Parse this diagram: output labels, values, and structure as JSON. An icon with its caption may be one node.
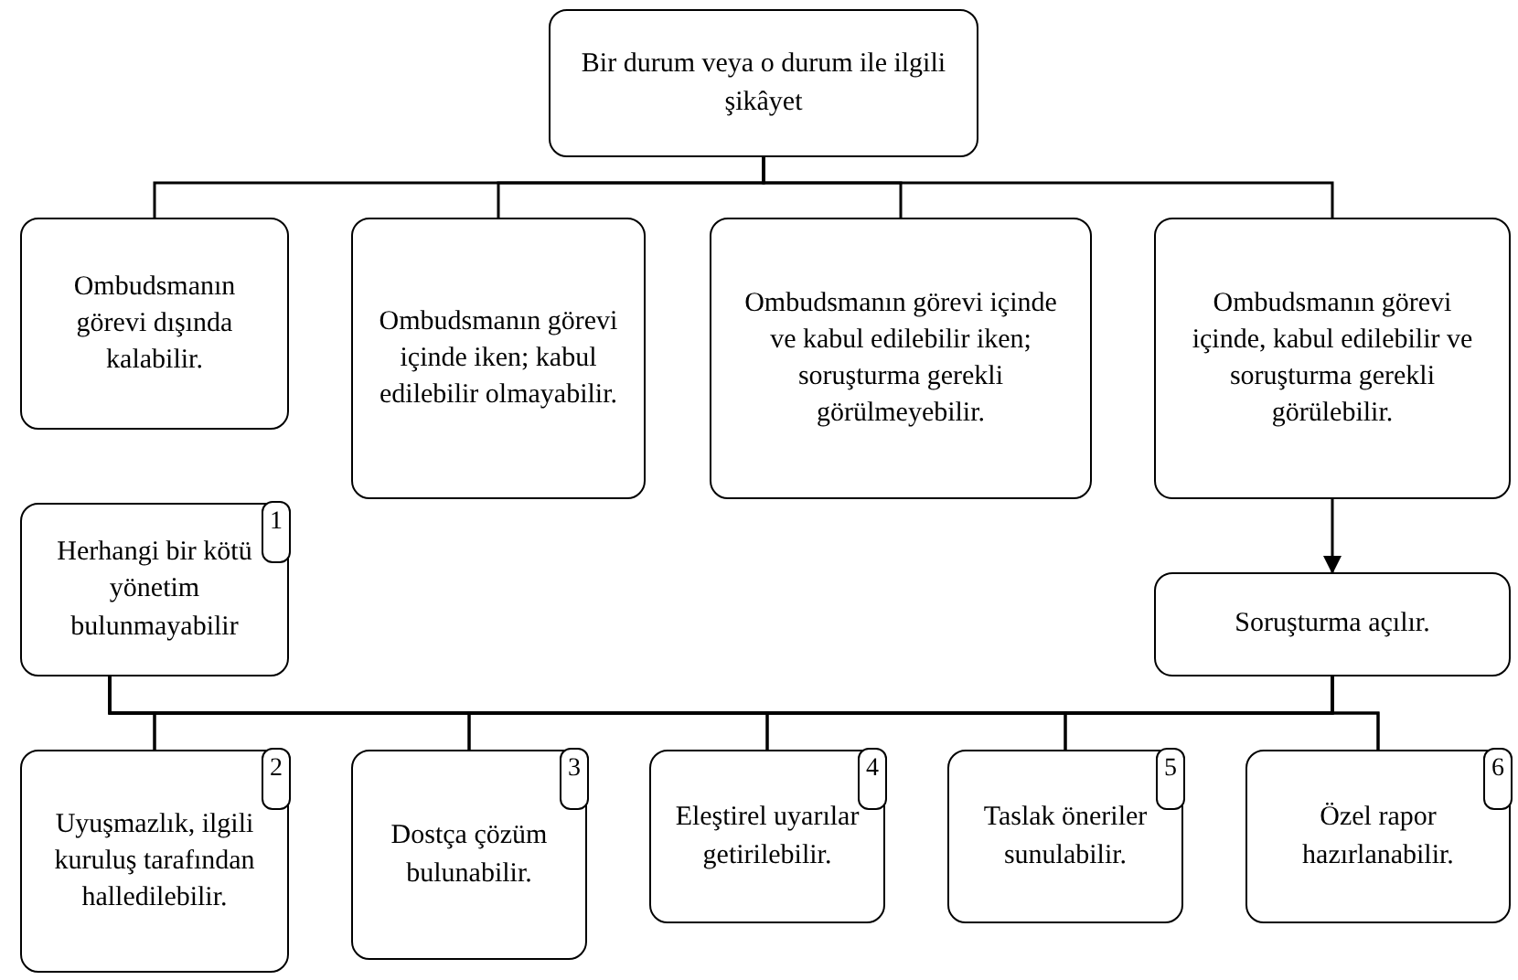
{
  "diagram": {
    "nodes": [
      {
        "text": [
          "Bir durum veya o durum ile ilgili şikâyet"
        ]
      },
      {
        "text": [
          "Ombudsmanın görevi dışında kalabilir."
        ]
      },
      {
        "text": [
          "Ombudsmanın görevi içinde iken; kabul edilebilir olmayabilir."
        ]
      },
      {
        "text": [
          "Ombudsmanın görevi içinde ve kabul edilebilir iken; soruşturma gerekli görülmeyebilir."
        ]
      },
      {
        "text": [
          "Ombudsmanın görevi içinde, kabul edilebilir ve soruşturma gerekli görülebilir."
        ]
      },
      {
        "text": [
          "Herhangi bir kötü yönetim bulunmayabilir",
          "1"
        ]
      },
      {
        "text": [
          "Soruşturma açılır."
        ]
      },
      {
        "text": [
          "Uyuşmazlık, ilgili kuruluş tarafından halledilebilir.",
          "2"
        ]
      },
      {
        "text": [
          "Dostça çözüm bulunabilir.",
          "3"
        ]
      },
      {
        "text": [
          "Eleştirel uyarılar getirilebilir.",
          "4"
        ]
      },
      {
        "text": [
          "Taslak öneriler sunulabilir.",
          "5"
        ]
      },
      {
        "text": [
          "Özel rapor hazırlanabilir.",
          "6"
        ]
      }
    ],
    "edges": [
      {
        "from": 0,
        "to": 1,
        "arrow": "none"
      },
      {
        "from": 0,
        "to": 2,
        "arrow": "none"
      },
      {
        "from": 0,
        "to": 3,
        "arrow": "none"
      },
      {
        "from": 0,
        "to": 4,
        "arrow": "none"
      },
      {
        "from": 4,
        "to": 6,
        "arrow": "to"
      },
      {
        "from": 5,
        "to": 7,
        "arrow": "none"
      },
      {
        "from": 5,
        "to": 8,
        "arrow": "none"
      },
      {
        "from": 5,
        "to": 9,
        "arrow": "none"
      },
      {
        "from": 5,
        "to": 10,
        "arrow": "none"
      },
      {
        "from": 5,
        "to": 11,
        "arrow": "none"
      },
      {
        "from": 6,
        "to": 7,
        "arrow": "none"
      },
      {
        "from": 6,
        "to": 8,
        "arrow": "none"
      },
      {
        "from": 6,
        "to": 9,
        "arrow": "none"
      },
      {
        "from": 6,
        "to": 10,
        "arrow": "none"
      },
      {
        "from": 6,
        "to": 11,
        "arrow": "none"
      }
    ]
  }
}
